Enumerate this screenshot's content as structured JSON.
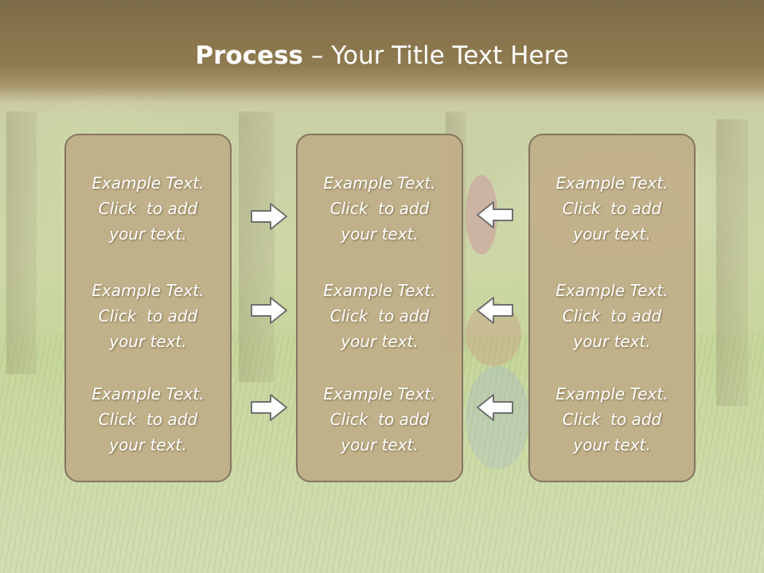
{
  "slide": {
    "title_bold": "Process",
    "title_rest": " – Your Title Text Here"
  },
  "columns": [
    {
      "entries": [
        {
          "line1": "Example Text.",
          "line2": "Click  to add",
          "line3": "your text."
        },
        {
          "line1": "Example Text.",
          "line2": "Click  to add",
          "line3": "your text."
        },
        {
          "line1": "Example Text.",
          "line2": "Click  to add",
          "line3": "your text."
        }
      ]
    },
    {
      "entries": [
        {
          "line1": "Example Text.",
          "line2": "Click  to add",
          "line3": "your text."
        },
        {
          "line1": "Example Text.",
          "line2": "Click  to add",
          "line3": "your text."
        },
        {
          "line1": "Example Text.",
          "line2": "Click  to add",
          "line3": "your text."
        }
      ]
    },
    {
      "entries": [
        {
          "line1": "Example Text.",
          "line2": "Click  to add",
          "line3": "your text."
        },
        {
          "line1": "Example Text.",
          "line2": "Click  to add",
          "line3": "your text."
        },
        {
          "line1": "Example Text.",
          "line2": "Click  to add",
          "line3": "your text."
        }
      ]
    }
  ],
  "icons": {
    "left_arrows": "arrow-right-icon",
    "right_arrows": "arrow-left-icon"
  },
  "colors": {
    "header": "#8a764d",
    "box_fill": "#c0ae88",
    "box_border": "#857660",
    "arrow_fill": "#ffffff",
    "arrow_stroke": "#6f6f6f",
    "text": "#ffffff"
  }
}
